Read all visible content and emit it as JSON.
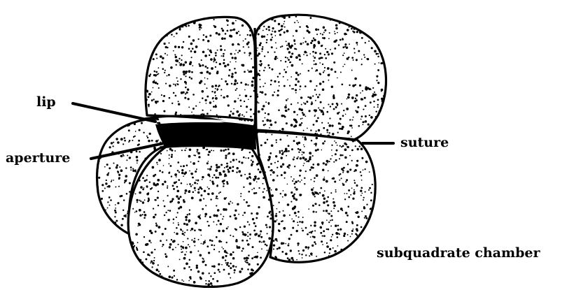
{
  "labels": {
    "lip": "lip",
    "aperture": "aperture",
    "suture": "suture",
    "subquadrate_chamber": "subquadrate chamber"
  },
  "colors": {
    "ink": "#000000",
    "paper": "#ffffff"
  }
}
